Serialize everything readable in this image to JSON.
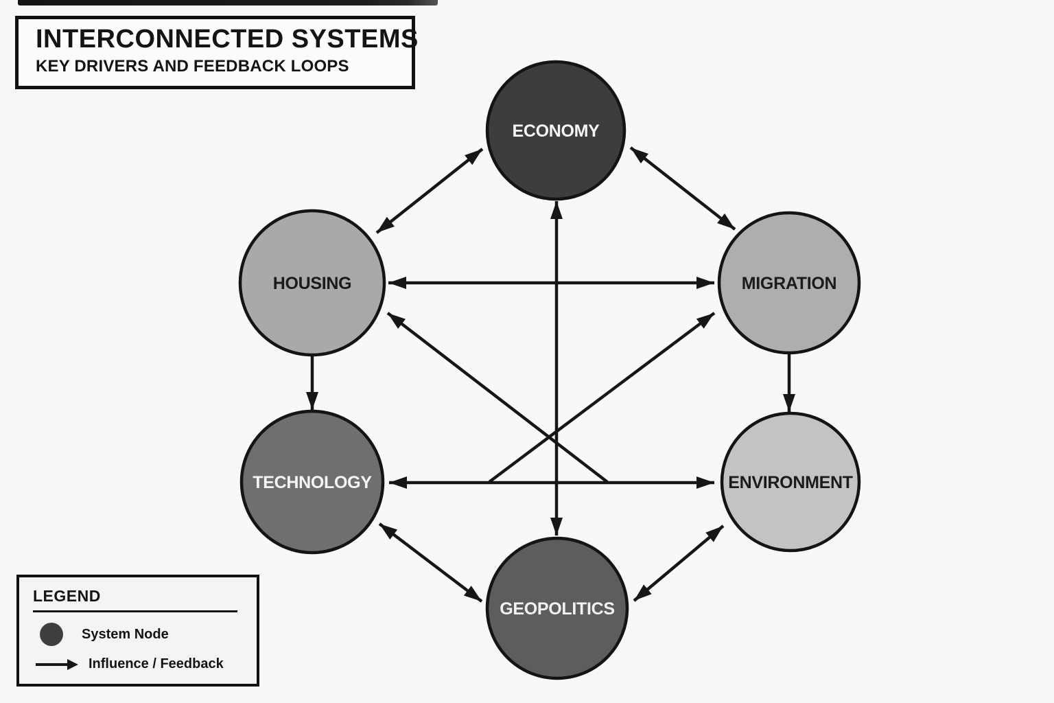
{
  "title": {
    "heading": "INTERCONNECTED SYSTEMS",
    "subheading": "KEY DRIVERS AND FEEDBACK LOOPS"
  },
  "legend": {
    "heading": "LEGEND",
    "items": [
      {
        "symbol": "system-node-circle",
        "label": "System Node"
      },
      {
        "symbol": "influence-arrow",
        "label": "Influence / Feedback"
      }
    ]
  },
  "nodes": [
    {
      "id": "economy",
      "label": "ECONOMY",
      "color": "#3d3d3d",
      "text_color": "#f6f6f6"
    },
    {
      "id": "housing",
      "label": "HOUSING",
      "color": "#a9a9a9",
      "text_color": "#1b1b1b"
    },
    {
      "id": "migration",
      "label": "MIGRATION",
      "color": "#aeaeae",
      "text_color": "#1b1b1b"
    },
    {
      "id": "technology",
      "label": "TECHNOLOGY",
      "color": "#6f6f6f",
      "text_color": "#f6f6f6"
    },
    {
      "id": "environment",
      "label": "ENVIRONMENT",
      "color": "#c3c3c3",
      "text_color": "#1b1b1b"
    },
    {
      "id": "geopolitics",
      "label": "GEOPOLITICS",
      "color": "#5d5d5d",
      "text_color": "#f2f2f2"
    }
  ],
  "edges": [
    {
      "from": "HOUSING",
      "to": "ECONOMY",
      "bidirectional": true
    },
    {
      "from": "MIGRATION",
      "to": "ECONOMY",
      "bidirectional": true
    },
    {
      "from": "HOUSING",
      "to": "MIGRATION",
      "bidirectional": true
    },
    {
      "from": "ECONOMY",
      "to": "GEOPOLITICS",
      "bidirectional": true
    },
    {
      "from": "HOUSING",
      "to": "TECHNOLOGY",
      "bidirectional": false
    },
    {
      "from": "MIGRATION",
      "to": "ENVIRONMENT",
      "bidirectional": false
    },
    {
      "from": "TECHNOLOGY",
      "to": "ENVIRONMENT",
      "bidirectional": true
    },
    {
      "from": "ENVIRONMENT",
      "to": "HOUSING",
      "bidirectional": false
    },
    {
      "from": "TECHNOLOGY",
      "to": "MIGRATION",
      "bidirectional": false
    },
    {
      "from": "TECHNOLOGY",
      "to": "GEOPOLITICS",
      "bidirectional": true
    },
    {
      "from": "GEOPOLITICS",
      "to": "ENVIRONMENT",
      "bidirectional": true
    }
  ],
  "palette": {
    "background": "#f8f8f7",
    "line": "#161616",
    "node_border": "#141414",
    "title_box_bg": "#fcfcfc",
    "legend_bg": "#f4f4f2",
    "legend_node_color": "#3f3f3f"
  }
}
